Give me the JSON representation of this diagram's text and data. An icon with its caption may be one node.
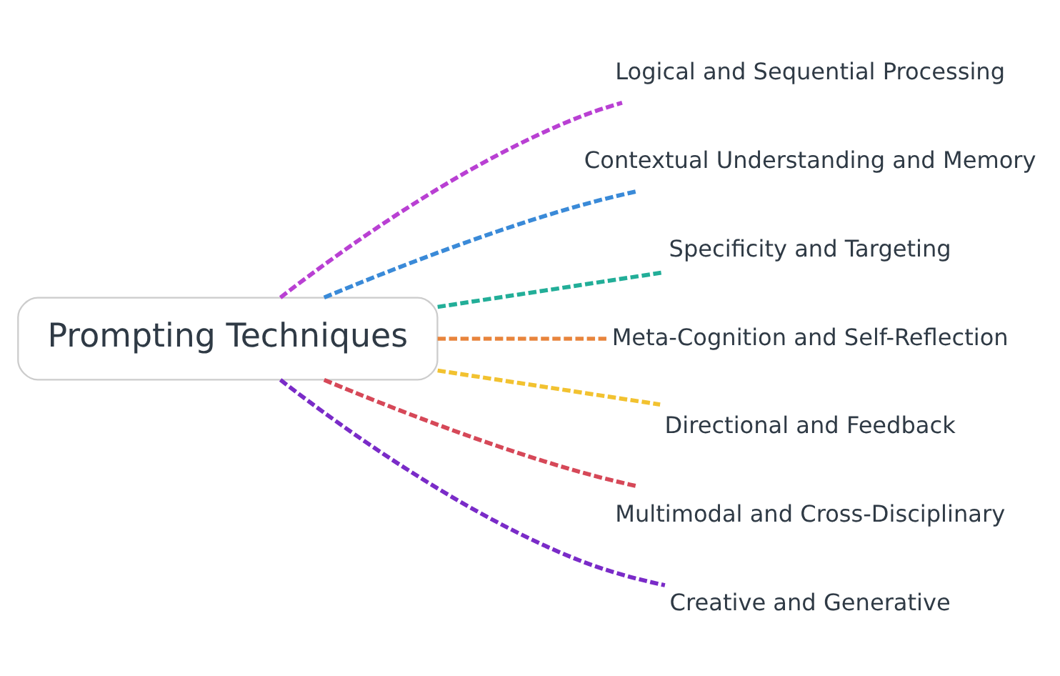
{
  "diagram": {
    "nodes": [
      {
        "text": [
          "Prompting Techniques"
        ]
      },
      {
        "text": [
          "Logical and Sequential Processing"
        ]
      },
      {
        "text": [
          "Contextual Understanding and Memory"
        ]
      },
      {
        "text": [
          "Specificity and Targeting"
        ]
      },
      {
        "text": [
          "Meta-Cognition and Self-Reflection"
        ]
      },
      {
        "text": [
          "Directional and Feedback"
        ]
      },
      {
        "text": [
          "Multimodal and Cross-Disciplinary"
        ]
      },
      {
        "text": [
          "Creative and Generative"
        ]
      }
    ],
    "edges": [
      {
        "from": 0,
        "to": 1,
        "arrow": "none",
        "style": "dashed",
        "color": "#b940d3"
      },
      {
        "from": 0,
        "to": 2,
        "arrow": "none",
        "style": "dashed",
        "color": "#3a8ad8"
      },
      {
        "from": 0,
        "to": 3,
        "arrow": "none",
        "style": "dashed",
        "color": "#22ae98"
      },
      {
        "from": 0,
        "to": 4,
        "arrow": "none",
        "style": "dashed",
        "color": "#e8843c"
      },
      {
        "from": 0,
        "to": 5,
        "arrow": "none",
        "style": "dashed",
        "color": "#f2c230"
      },
      {
        "from": 0,
        "to": 6,
        "arrow": "none",
        "style": "dashed",
        "color": "#d64858"
      },
      {
        "from": 0,
        "to": 7,
        "arrow": "none",
        "style": "dashed",
        "color": "#7a2bc8"
      }
    ]
  }
}
